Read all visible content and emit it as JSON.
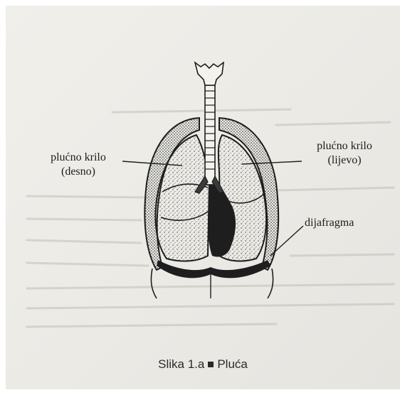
{
  "labels": {
    "right_lung_line1": "plućno krilo",
    "right_lung_line2": "(desno)",
    "left_lung_line1": "plućno krilo",
    "left_lung_line2": "(lijevo)",
    "diaphragm": "dijafragma"
  },
  "caption": {
    "prefix": "Slika 1.a",
    "title": "Pluća"
  },
  "colors": {
    "paper": "#ecebe6",
    "ink": "#1c1c1c"
  }
}
